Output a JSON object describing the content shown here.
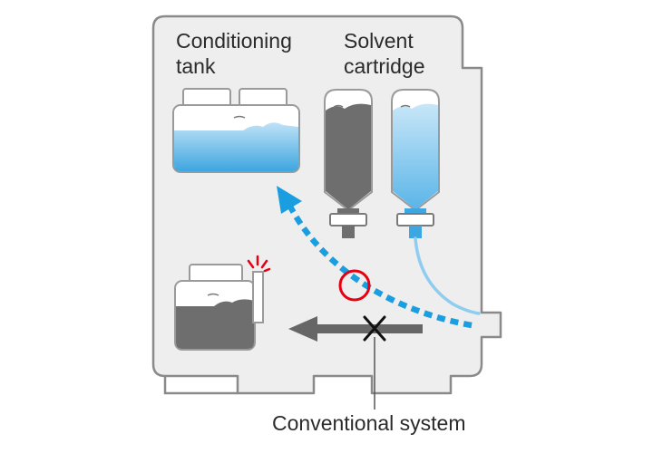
{
  "labels": {
    "conditioning_tank": [
      "Conditioning",
      "tank"
    ],
    "solvent_cartridge": [
      "Solvent",
      "cartridge"
    ],
    "conventional_system": "Conventional system"
  },
  "colors": {
    "housing_fill": "#eeeeee",
    "housing_stroke": "#8a8a8a",
    "liquid_blue": "#5cb4e6",
    "liquid_light": "#b9dff5",
    "waste_gray": "#707070",
    "dashed_flow": "#1a9ee0",
    "solid_flow": "#8fcdf0",
    "blocked_arrow": "#666666",
    "highlight_circle": "#e60012",
    "cross": "#111111",
    "alarm_ticks": "#e60012"
  }
}
